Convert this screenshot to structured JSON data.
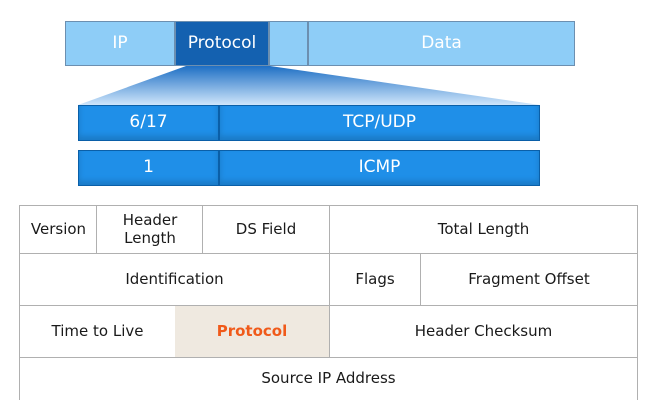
{
  "colors": {
    "top_bar": "#8ecdf7",
    "top_highlight": "#1461b0",
    "mid_bar": "#1f8fe8",
    "table_highlight_bg": "#efe9e0",
    "table_highlight_text": "#f05a1a"
  },
  "top_bar": {
    "ip": "IP",
    "protocol": "Protocol",
    "data": "Data"
  },
  "mappings": [
    {
      "value": "6/17",
      "name": "TCP/UDP"
    },
    {
      "value": "1",
      "name": "ICMP"
    }
  ],
  "header_table": {
    "version": "Version",
    "header_length": "Header Length",
    "ds_field": "DS Field",
    "total_length": "Total Length",
    "identification": "Identification",
    "flags": "Flags",
    "fragment_offset": "Fragment Offset",
    "ttl": "Time to Live",
    "protocol": "Protocol",
    "header_checksum": "Header Checksum",
    "source_ip": "Source IP Address"
  }
}
